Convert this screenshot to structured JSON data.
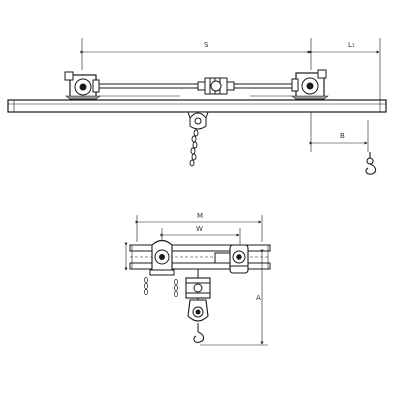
{
  "labels": {
    "span": "S",
    "overhang": "L₁",
    "offset": "B",
    "overall_width": "M",
    "wheel_gauge": "W",
    "height": "A"
  },
  "colors": {
    "line": "#1a1a1a",
    "fill": "#ffffff",
    "shade": "#9a9a9a"
  }
}
